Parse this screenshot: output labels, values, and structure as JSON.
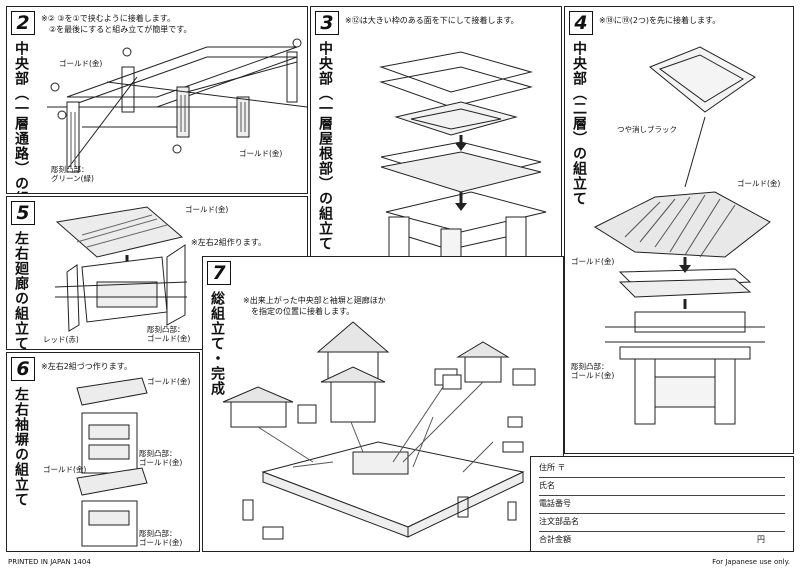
{
  "panels": {
    "p2": {
      "num": "2",
      "note": "※② ③を①で挟むように接着します。\n　②を最後にすると組み立てが簡単です。",
      "title": "中央部（一層通路）の組立て",
      "labels": [
        "ゴールド(金)",
        "ゴールド(金)",
        "彫刻凸部：\nグリーン(緑)"
      ]
    },
    "p3": {
      "num": "3",
      "note": "※⑫は大きい枠のある面を下にして接着します。",
      "title": "中央部（一層屋根部）の組立て"
    },
    "p4": {
      "num": "4",
      "note": "※⑱に⑲(2つ)を先に接着します。",
      "title": "中央部（二層）の組立て",
      "labels": [
        "つや消しブラック",
        "ゴールド(金)",
        "ゴールド(金)",
        "彫刻凸部：\nゴールド(金)"
      ]
    },
    "p5": {
      "num": "5",
      "note": "※左右2組作ります。",
      "title": "左右廻廊の組立て",
      "labels": [
        "ゴールド(金)",
        "レッド(赤)",
        "彫刻凸部：\nゴールド(金)"
      ]
    },
    "p6": {
      "num": "6",
      "note": "※左右2組づつ作ります。",
      "title": "左右袖塀の組立て",
      "labels": [
        "ゴールド(金)",
        "彫刻凸部：\nゴールド(金)",
        "ゴールド(金)",
        "彫刻凸部：\nゴールド(金)"
      ]
    },
    "p7": {
      "num": "7",
      "note": "※出来上がった中央部と袖塀と廻廊ほか\n　を指定の位置に接着します。",
      "title": "総組立て・完成"
    }
  },
  "form": {
    "rows": [
      "住所 〒",
      "氏名",
      "電話番号",
      "注文部品名",
      "合計金額"
    ],
    "yen": "円"
  },
  "footer": {
    "left": "PRINTED IN JAPAN  1404",
    "right": "For Japanese use only."
  }
}
